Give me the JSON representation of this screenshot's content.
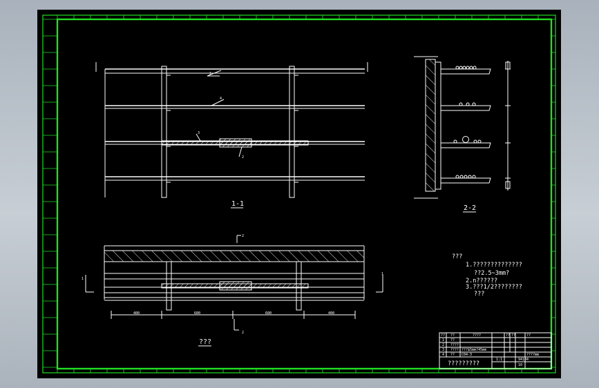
{
  "colors": {
    "viewport_background": "#b4bcc5",
    "sheet_background": "#000000",
    "frame": "#22e022",
    "linework": "#ffffff"
  },
  "views": {
    "section_1": "1-1",
    "section_2": "2-2",
    "plan": "???",
    "cut_marker_1": "1",
    "cut_marker_2": "2"
  },
  "callouts": [
    "1",
    "4",
    "3",
    "2"
  ],
  "dimensions": [
    "400",
    "600",
    "600",
    "400"
  ],
  "notes": {
    "heading": "???",
    "lines": [
      "1.??????????????",
      "??2.5~3mm?",
      "2.n??????",
      "3.???1/2????????",
      "???"
    ]
  },
  "title_block": {
    "header": [
      "??",
      "??",
      "????",
      "??",
      "??",
      "??"
    ],
    "rows": [
      [
        "1",
        "??"
      ],
      [
        "2",
        "????"
      ],
      [
        "3",
        "????",
        "???$5mm?45mm"
      ],
      [
        "4",
        "??",
        "C04-3"
      ]
    ],
    "project": "?????????",
    "scale": "1:1",
    "sheet_no": "94104",
    "count": "10",
    "unit": "????mm"
  }
}
